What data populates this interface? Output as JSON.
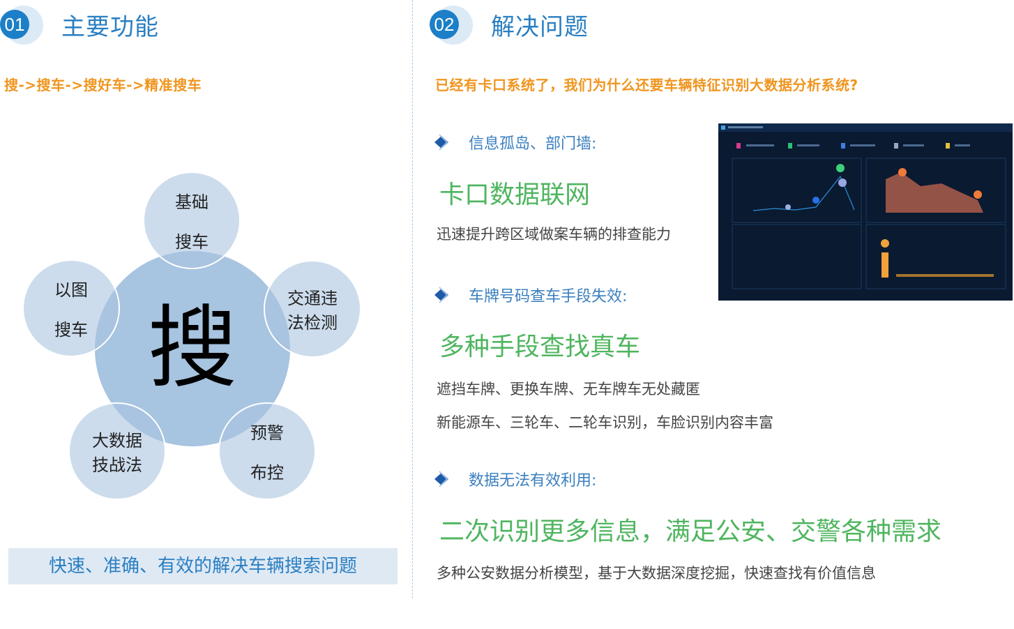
{
  "left": {
    "number": "01",
    "title": "主要功能",
    "flow": "搜->搜车->搜好车->精准搜车",
    "center_char": "搜",
    "satellites": [
      {
        "lines": [
          "基础",
          "搜车"
        ]
      },
      {
        "lines": [
          "交通违",
          "法检测"
        ]
      },
      {
        "lines": [
          "预警",
          "布控"
        ]
      },
      {
        "lines": [
          "大数据",
          "技战法"
        ]
      },
      {
        "lines": [
          "以图",
          "搜车"
        ]
      }
    ],
    "bottom": "快速、准确、有效的解决车辆搜索问题"
  },
  "right": {
    "number": "02",
    "title": "解决问题",
    "question": "已经有卡口系统了，我们为什么还要车辆特征识别大数据分析系统?",
    "items": [
      {
        "bullet": "信息孤岛、部门墙:",
        "headline": "卡口数据联网",
        "desc": [
          "迅速提升跨区域做案车辆的排查能力"
        ]
      },
      {
        "bullet": "车牌号码查车手段失效:",
        "headline": "多种手段查找真车",
        "desc": [
          "遮挡车牌、更换车牌、无车牌车无处藏匿",
          "新能源车、三轮车、二轮车识别，车脸识别内容丰富"
        ]
      },
      {
        "bullet": "数据无法有效利用:",
        "headline": "二次识别更多信息，满足公安、交警各种需求",
        "desc": [
          "多种公安数据分析模型，基于大数据深度挖掘，快速查找有价值信息"
        ]
      }
    ]
  },
  "colors": {
    "accent_blue": "#2a7fc2",
    "orange": "#f0951e",
    "green": "#4fb55f",
    "circle_fill": "#a7c4e0"
  }
}
